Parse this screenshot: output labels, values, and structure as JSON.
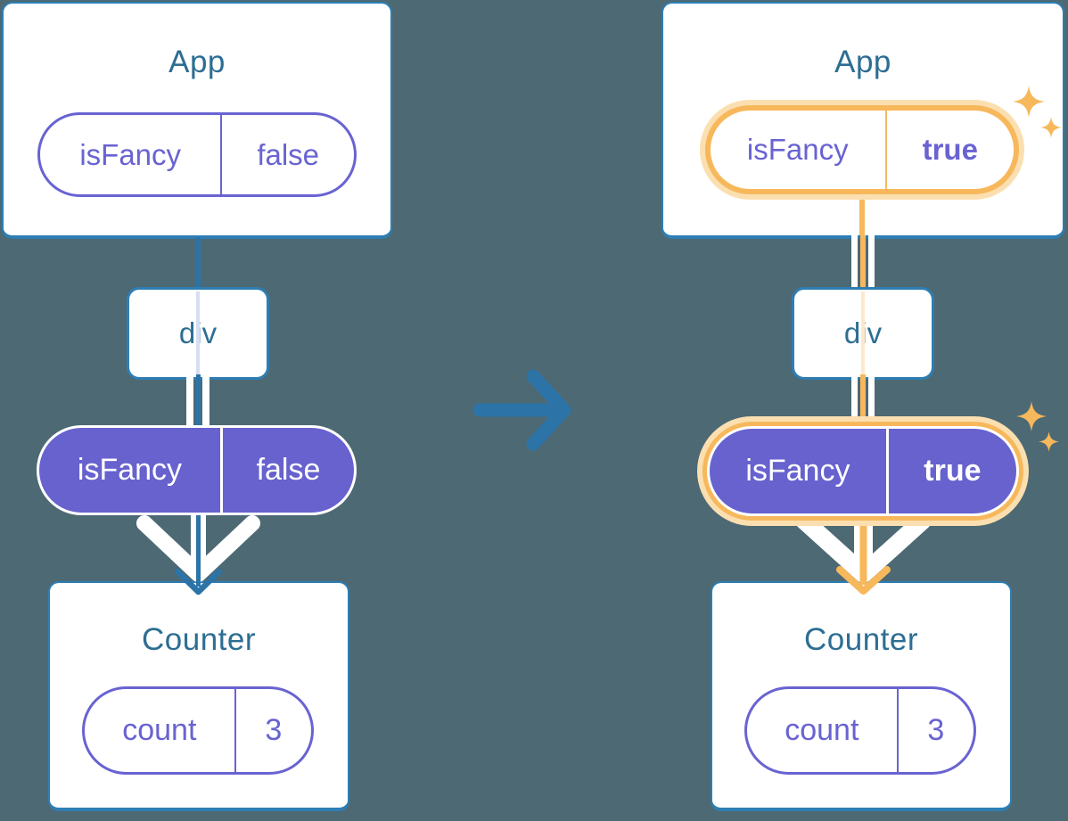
{
  "colors": {
    "background": "#4D6974",
    "card_bg": "#FFFFFF",
    "card_border": "#2E7EB3",
    "heading_text": "#2D6E93",
    "wire_blue": "#2C74A8",
    "purple": "#6963D2",
    "purple_fill": "#6762CE",
    "orange": "#F7B85C",
    "orange_light": "#FBDFB0",
    "lavender_trace": "#D7DDF2",
    "cream_trace": "#FBE9CB"
  },
  "before": {
    "app": {
      "title": "App",
      "prop": {
        "name": "isFancy",
        "value": "false"
      }
    },
    "div_label": "div",
    "passed_prop": {
      "name": "isFancy",
      "value": "false"
    },
    "counter": {
      "title": "Counter",
      "state": {
        "name": "count",
        "value": "3"
      }
    }
  },
  "after": {
    "app": {
      "title": "App",
      "prop": {
        "name": "isFancy",
        "value": "true"
      }
    },
    "div_label": "div",
    "passed_prop": {
      "name": "isFancy",
      "value": "true"
    },
    "counter": {
      "title": "Counter",
      "state": {
        "name": "count",
        "value": "3"
      }
    }
  }
}
